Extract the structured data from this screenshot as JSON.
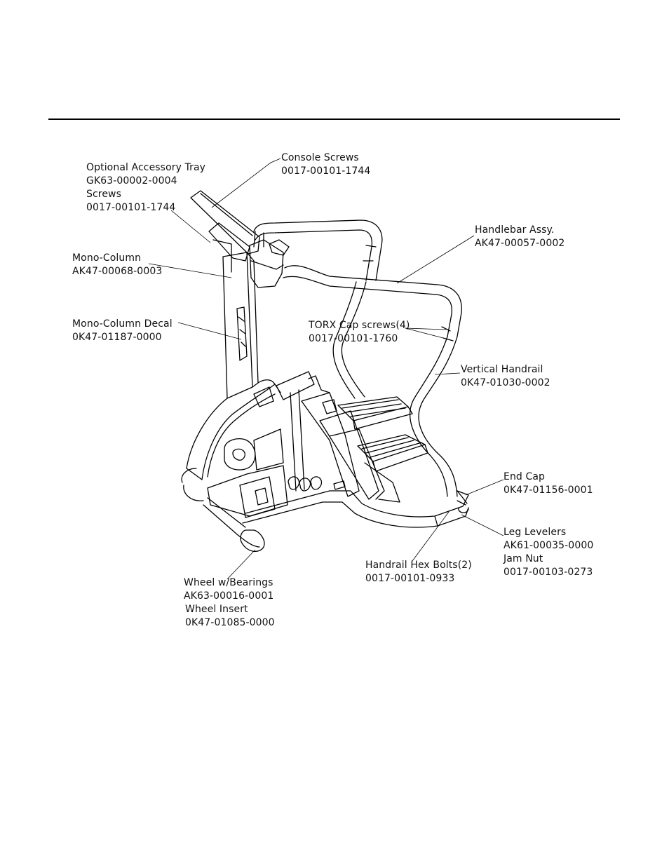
{
  "callouts": {
    "accessory_tray": {
      "name": "Optional Accessory Tray",
      "part": "GK63-00002-0004",
      "name2": "Screws",
      "part2": "0017-00101-1744"
    },
    "console_screws": {
      "name": "Console Screws",
      "part": "0017-00101-1744"
    },
    "mono_column": {
      "name": "Mono-Column",
      "part": "AK47-00068-0003"
    },
    "mono_column_decal": {
      "name": "Mono-Column Decal",
      "part": "0K47-01187-0000"
    },
    "handlebar": {
      "name": "Handlebar Assy.",
      "part": "AK47-00057-0002"
    },
    "torx_screws": {
      "name": "TORX Cap screws(4)",
      "part": "0017-00101-1760"
    },
    "vertical_handrail": {
      "name": "Vertical Handrail",
      "part": "0K47-01030-0002"
    },
    "end_cap": {
      "name": "End Cap",
      "part": "0K47-01156-0001"
    },
    "leg_levelers": {
      "name": "Leg Levelers",
      "part": "AK61-00035-0000",
      "name2": "Jam Nut",
      "part2": "0017-00103-0273"
    },
    "handrail_bolts": {
      "name": "Handrail Hex Bolts(2)",
      "part": "0017-00101-0933"
    },
    "wheel": {
      "name": "Wheel w/Bearings",
      "part": "AK63-00016-0001",
      "name2": "Wheel Insert",
      "part2": "0K47-01085-0000"
    }
  }
}
